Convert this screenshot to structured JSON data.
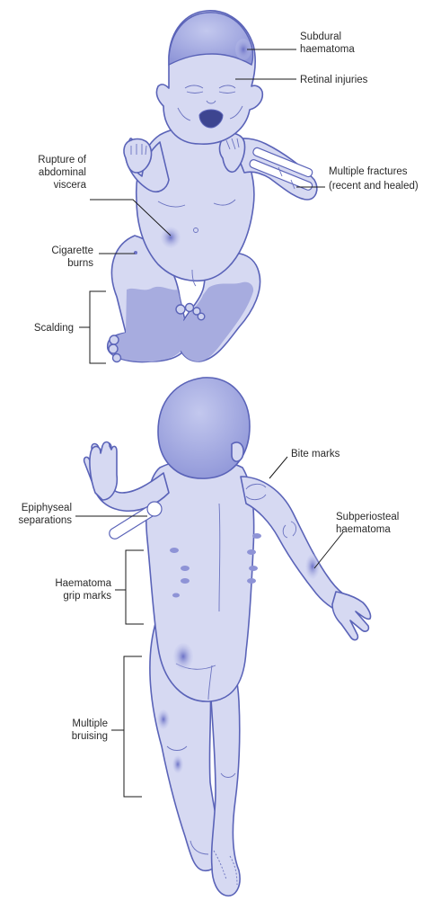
{
  "front_labels": {
    "subdural": [
      "Subdural",
      "haematoma"
    ],
    "retinal": "Retinal injuries",
    "rupture": [
      "Rupture of",
      "abdominal",
      "viscera"
    ],
    "fractures": [
      "Multiple fractures",
      "(recent and healed)"
    ],
    "cigarette": [
      "Cigarette",
      "burns"
    ],
    "scalding": "Scalding"
  },
  "back_labels": {
    "bite": "Bite marks",
    "epiphyseal": [
      "Epiphyseal",
      "separations"
    ],
    "subperiosteal": [
      "Subperiosteal",
      "haematoma"
    ],
    "grip": [
      "Haematoma",
      "grip marks"
    ],
    "bruising": [
      "Multiple",
      "bruising"
    ]
  },
  "colors": {
    "skin": "#d6d9f2",
    "outline": "#5a63b8",
    "bruise": "#8e93d6",
    "label": "#2a2a2a"
  }
}
